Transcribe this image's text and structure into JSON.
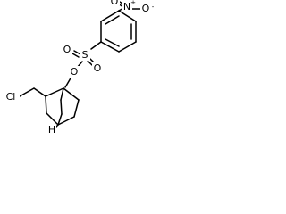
{
  "molecule": {
    "atoms": {
      "nitro_n": "N",
      "nitro_n_charge": "+",
      "nitro_o_top": "O",
      "nitro_o_right": "O",
      "nitro_o_right_charge": "-",
      "sulfur": "S",
      "sulfonyl_o_left": "O",
      "sulfonyl_o_right": "O",
      "ester_o": "O",
      "chlorine": "Cl",
      "bridgehead_h": "H"
    }
  }
}
